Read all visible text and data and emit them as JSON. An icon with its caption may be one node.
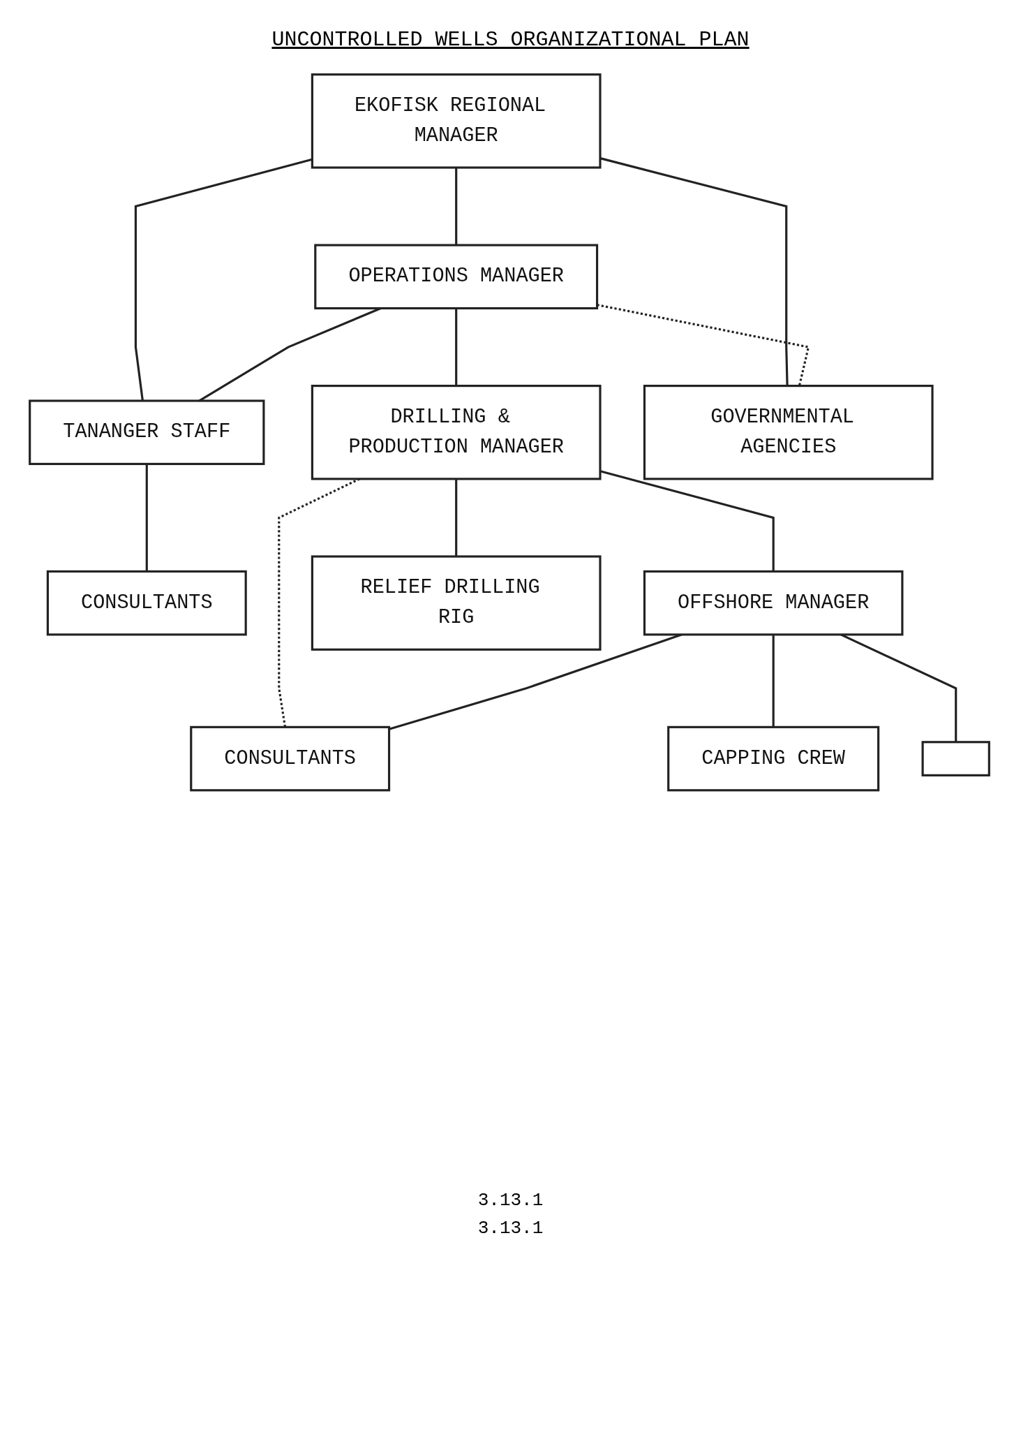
{
  "diagram": {
    "title": "UNCONTROLLED WELLS ORGANIZATIONAL PLAN",
    "nodes": [
      {
        "text": [
          "EKOFISK REGIONAL MANAGER"
        ]
      },
      {
        "text": [
          "TANANGER STAFF"
        ]
      },
      {
        "text": [
          "CONSULTANTS"
        ]
      },
      {
        "text": [
          "OPERATIONS MANAGER"
        ]
      },
      {
        "text": [
          "DRILLING & PRODUCTION MANAGER"
        ]
      },
      {
        "text": [
          "OFFSHORE MANAGER"
        ]
      },
      {
        "text": [
          "CONSULTANTS"
        ]
      },
      {
        "text": [
          "CAPPING CREW"
        ]
      },
      {
        "text": [
          "GOVERNMENTAL AGENCIES"
        ]
      },
      {
        "text": [
          "RELIEF DRILLING RIG"
        ]
      },
      {
        "text": [],
        "shape": "box"
      }
    ],
    "edges": [
      {
        "from": 0,
        "to": 1,
        "arrow": "none"
      },
      {
        "from": 1,
        "to": 2,
        "arrow": "none"
      },
      {
        "from": 0,
        "to": 3,
        "arrow": "none"
      },
      {
        "from": 3,
        "to": 1,
        "arrow": "none"
      },
      {
        "from": 3,
        "to": 4,
        "arrow": "none"
      },
      {
        "from": 0,
        "to": 8,
        "arrow": "none"
      },
      {
        "from": 3,
        "to": 8,
        "arrow": "none",
        "style": "dashed"
      },
      {
        "from": 4,
        "to": 5,
        "arrow": "none"
      },
      {
        "from": 4,
        "to": 6,
        "arrow": "none",
        "style": "dashed"
      },
      {
        "from": 5,
        "to": 6,
        "arrow": "none"
      },
      {
        "from": 5,
        "to": 7,
        "arrow": "none"
      },
      {
        "from": 5,
        "to": 10,
        "arrow": "none"
      },
      {
        "from": 4,
        "to": 9,
        "arrow": "none"
      }
    ],
    "labels": [
      "3.13.1",
      "3.13.1"
    ]
  }
}
